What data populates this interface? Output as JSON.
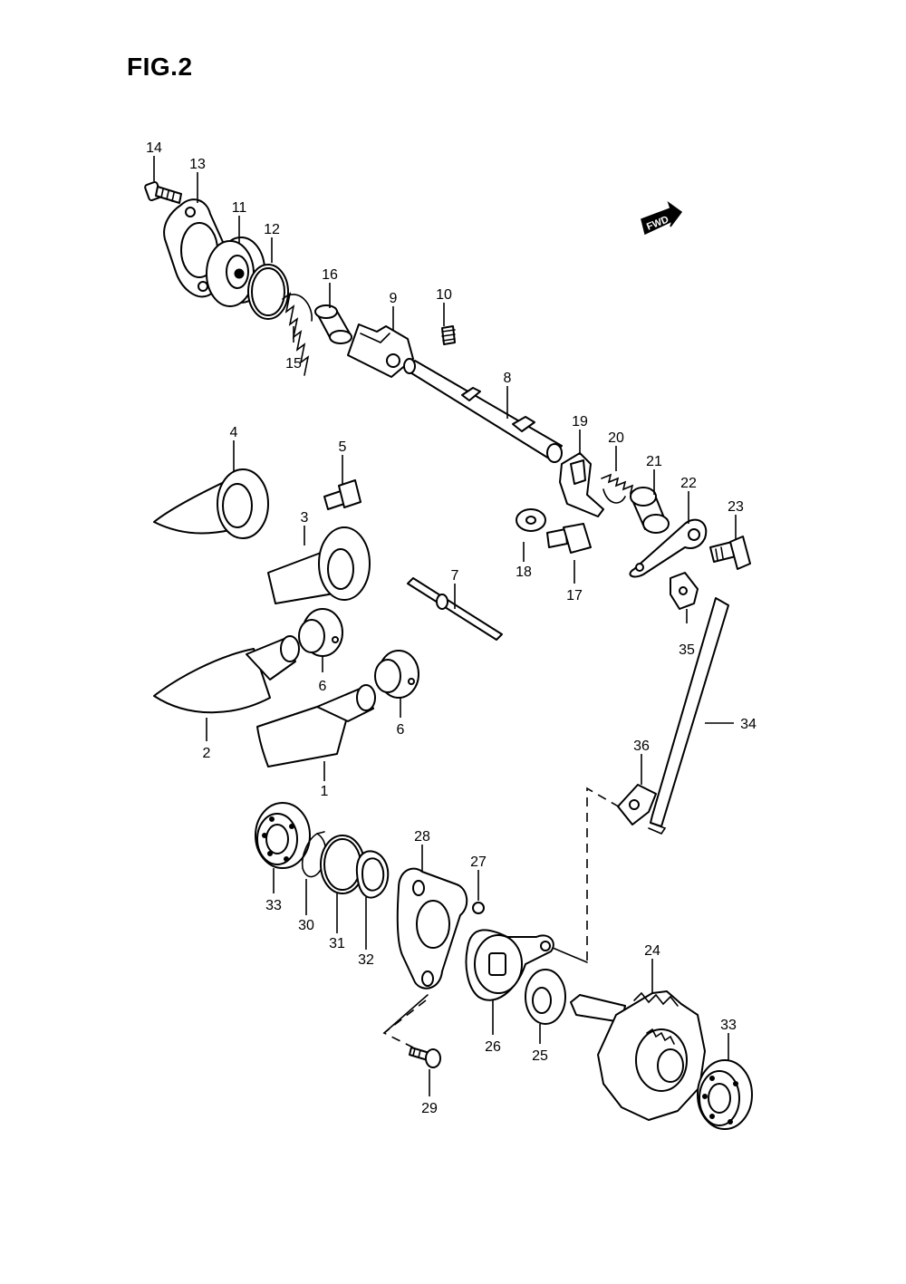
{
  "figure": {
    "title": "FIG.2"
  },
  "direction_badge": {
    "label": "FWD"
  },
  "callouts": {
    "p1": "1",
    "p2": "2",
    "p3": "3",
    "p4": "4",
    "p5": "5",
    "p6a": "6",
    "p6b": "6",
    "p7": "7",
    "p8": "8",
    "p9": "9",
    "p10": "10",
    "p11": "11",
    "p12": "12",
    "p13": "13",
    "p14": "14",
    "p15": "15",
    "p16": "16",
    "p17": "17",
    "p18": "18",
    "p19": "19",
    "p20": "20",
    "p21": "21",
    "p22": "22",
    "p23": "23",
    "p24": "24",
    "p25": "25",
    "p26": "26",
    "p27": "27",
    "p28": "28",
    "p29": "29",
    "p30": "30",
    "p31": "31",
    "p32": "32",
    "p33a": "33",
    "p33b": "33",
    "p34": "34",
    "p35": "35",
    "p36": "36"
  }
}
